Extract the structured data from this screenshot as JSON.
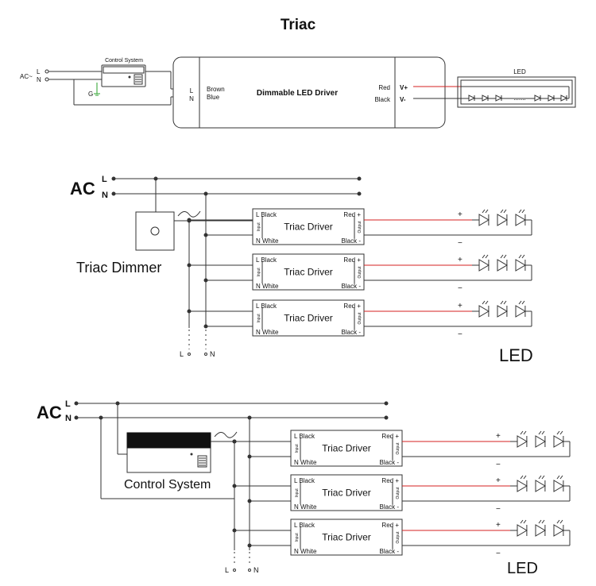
{
  "title": "Triac",
  "top": {
    "control_label": "Control System",
    "ac": "AC~",
    "l": "L",
    "n": "N",
    "g": "G",
    "driver_l": "L",
    "driver_n": "N",
    "brown": "Brown",
    "blue": "Blue",
    "driver_title": "Dimmable LED Driver",
    "red": "Red",
    "black": "Black",
    "vplus": "V+",
    "vminus": "V-",
    "led": "LED"
  },
  "middle": {
    "ac": "AC",
    "l": "L",
    "n": "N",
    "dimmer_label": "Triac Dimmer",
    "bottom_l": "L",
    "bottom_n": "N",
    "led": "LED"
  },
  "bottom": {
    "ac": "AC",
    "l": "L",
    "n": "N",
    "control_label": "Control System",
    "bottom_l": "L",
    "bottom_n": "N",
    "led": "LED"
  },
  "driver_box": {
    "l_black": "L Black",
    "n_white": "N White",
    "title": "Triac Driver",
    "red_plus": "Red +",
    "black_minus": "Black -",
    "input": "Input",
    "output": "Output",
    "plus": "+",
    "minus": "−"
  },
  "colors": {
    "wire": "#333333",
    "red_wire": "#d42020",
    "ground": "#2aa02a",
    "box_fill": "#111111"
  }
}
